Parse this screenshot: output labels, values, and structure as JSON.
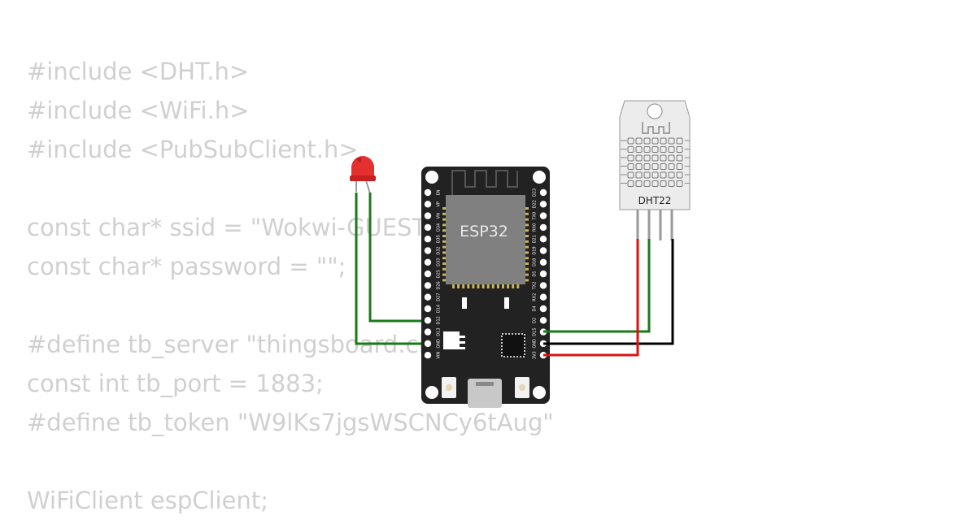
{
  "code": {
    "lines": [
      "#include <DHT.h>",
      "#include <WiFi.h>",
      "#include <PubSubClient.h>",
      "",
      "const char* ssid = \"Wokwi-GUEST\";",
      "const char* password = \"\";",
      "",
      "#define tb_server \"thingsboard.cloud\"",
      "const int tb_port = 1883;",
      "#define tb_token \"W9lKs7jgsWSCNCy6tAug\"",
      "",
      "WiFiClient espClient;"
    ]
  },
  "esp32": {
    "label": "ESP32",
    "left_pins": [
      "EN",
      "VP",
      "VN",
      "D34",
      "D35",
      "D32",
      "D33",
      "D25",
      "D26",
      "D27",
      "D14",
      "D12",
      "D13",
      "GND",
      "VIN"
    ],
    "right_pins": [
      "D23",
      "D22",
      "TX0",
      "RX0",
      "D21",
      "D19",
      "D18",
      "D5",
      "TX2",
      "RX2",
      "D4",
      "D2",
      "D15",
      "GND",
      "3V3"
    ]
  },
  "dht22": {
    "label": "DHT22"
  },
  "wires": {
    "colors": {
      "green": "#1a7a1a",
      "red": "#e01010",
      "black": "#000000"
    }
  },
  "colors": {
    "code_text": "#d0d0d0",
    "board": "#222222",
    "chip": "#808080",
    "led": "#e53030"
  }
}
